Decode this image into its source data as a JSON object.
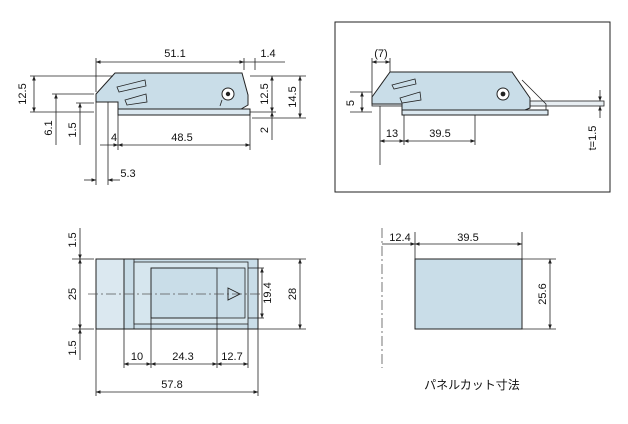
{
  "side_view": {
    "overall_length": "51.1",
    "hook_offset": "1.4",
    "left_height": "12.5",
    "right_height": "12.5",
    "total_height": "14.5",
    "flange": "6.1",
    "plate": "1.5",
    "step": "4",
    "length": "48.5",
    "bottom_gap": "2",
    "tip": "5.3"
  },
  "installed_view": {
    "stroke": "(7)",
    "height": "5",
    "offset": "13",
    "length": "39.5",
    "panel_thickness": "t=1.5"
  },
  "top_view": {
    "top_margin": "1.5",
    "width": "25",
    "bottom_margin": "1.5",
    "seg1": "10",
    "seg2": "24.3",
    "seg3": "12.7",
    "inner_height": "19.4",
    "outer_height": "28",
    "total_length": "57.8"
  },
  "panel_cut": {
    "offset": "12.4",
    "width": "39.5",
    "height": "25.6",
    "caption": "パネルカット寸法"
  }
}
